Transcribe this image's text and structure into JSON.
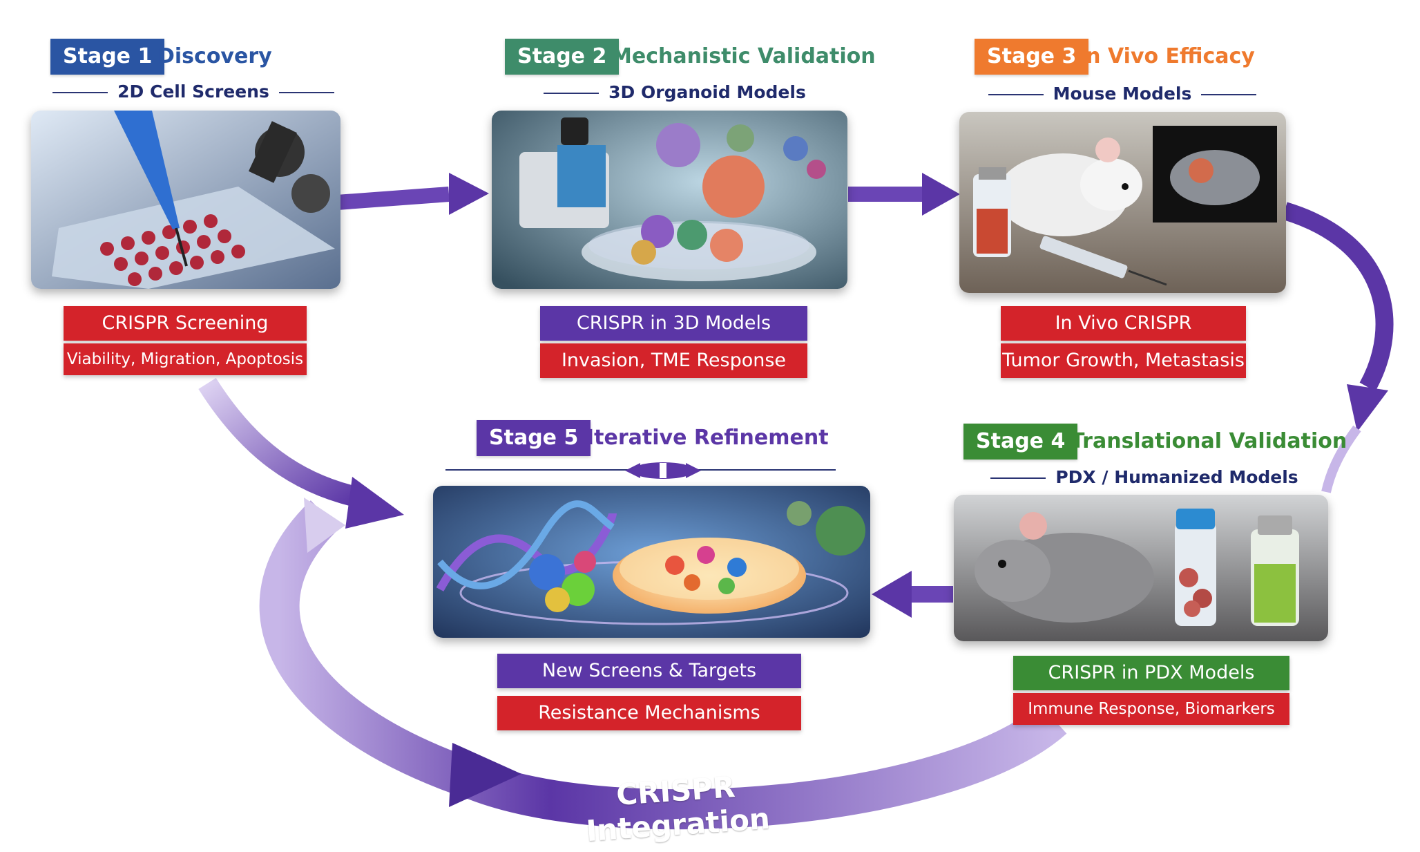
{
  "colors": {
    "stage1": "#2a55a3",
    "stage2": "#3e8c6a",
    "stage3": "#ef7a2e",
    "stage4": "#3a8c35",
    "stage5": "#5b36a6",
    "label_red": "#d4232a",
    "label_purple": "#5b36a6",
    "label_green": "#3a8c35",
    "arrow": "#5b36a6"
  },
  "stages": [
    {
      "badge": "Stage 1",
      "title": "Discovery",
      "subheader": "2D Cell Screens",
      "image": "multiwell-plate-pipette-microscope",
      "labels": [
        "CRISPR Screening",
        "Viability, Migration, Apoptosis"
      ]
    },
    {
      "badge": "Stage 2",
      "title": "Mechanistic Validation",
      "subheader": "3D Organoid Models",
      "image": "organoid-imaging-petri-dish",
      "labels": [
        "CRISPR in 3D Models",
        "Invasion, TME Response"
      ]
    },
    {
      "badge": "Stage 3",
      "title": "In Vivo Efficacy",
      "subheader": "Mouse Models",
      "image": "white-mouse-vial-syringe-scan",
      "labels": [
        "In Vivo CRISPR",
        "Tumor Growth, Metastasis"
      ]
    },
    {
      "badge": "Stage 4",
      "title": "Translational Validation",
      "subheader": "PDX / Humanized Models",
      "image": "grey-mouse-sample-vials",
      "labels": [
        "CRISPR in PDX Models",
        "Immune Response, Biomarkers"
      ]
    },
    {
      "badge": "Stage 5",
      "title": "Iterative Refinement",
      "image": "dna-helix-organoid-dish",
      "icon": "refresh-arrows-icon",
      "labels": [
        "New Screens & Targets",
        "Resistance Mechanisms"
      ]
    }
  ],
  "integration_label": "CRISPR Integration"
}
